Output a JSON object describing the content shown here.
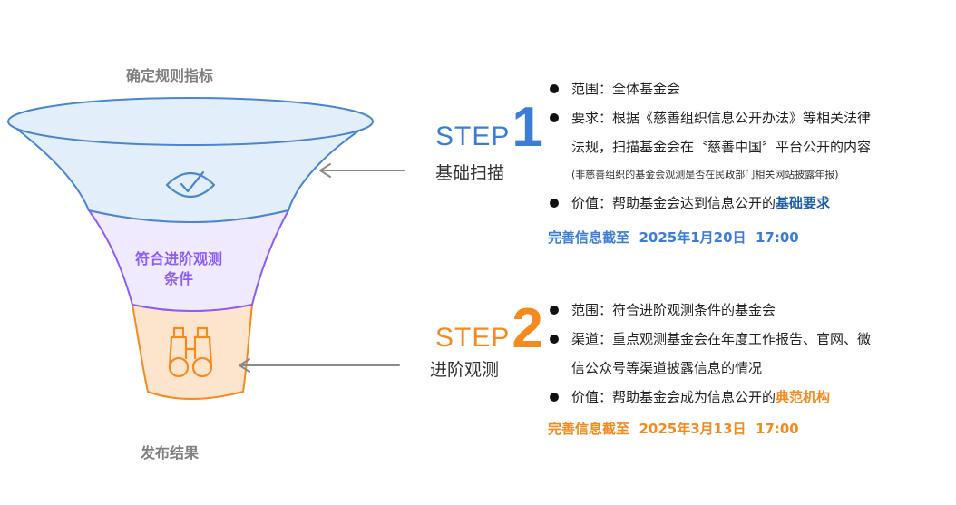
{
  "funnel": {
    "top_label": "确定规则指标",
    "middle_label_line1": "符合进阶观测",
    "middle_label_line2": "条件",
    "bottom_label": "发布结果",
    "colors": {
      "top_fill": "#e3eefb",
      "top_stroke": "#4a86d0",
      "middle_fill": "#efeafd",
      "middle_stroke": "#8b5cf6",
      "bottom_fill": "#fde5cd",
      "bottom_stroke": "#f68a1e"
    }
  },
  "step1": {
    "word": "STEP",
    "number": "1",
    "subtitle": "基础扫描",
    "scope": "范围：全体基金会",
    "requirement_line1": "要求：根据《慈善组织信息公开办法》等相关法律",
    "requirement_line2": "法规，扫描基金会在〝慈善中国〞平台公开的内容",
    "note": "(非慈善组织的基金会观测是否在民政部门相关网站披露年报)",
    "value_prefix": "价值：帮助基金会达到信息公开的",
    "value_highlight": "基础要求",
    "deadline": "完善信息截至  2025年1月20日  17:00"
  },
  "step2": {
    "word": "STEP",
    "number": "2",
    "subtitle": "进阶观测",
    "scope": "范围：符合进阶观测条件的基金会",
    "channel_line1": "渠道：重点观测基金会在年度工作报告、官网、微",
    "channel_line2": "信公众号等渠道披露信息的情况",
    "value_prefix": "价值：帮助基金会成为信息公开的",
    "value_highlight": "典范机构",
    "deadline": "完善信息截至  2025年3月13日  17:00"
  }
}
